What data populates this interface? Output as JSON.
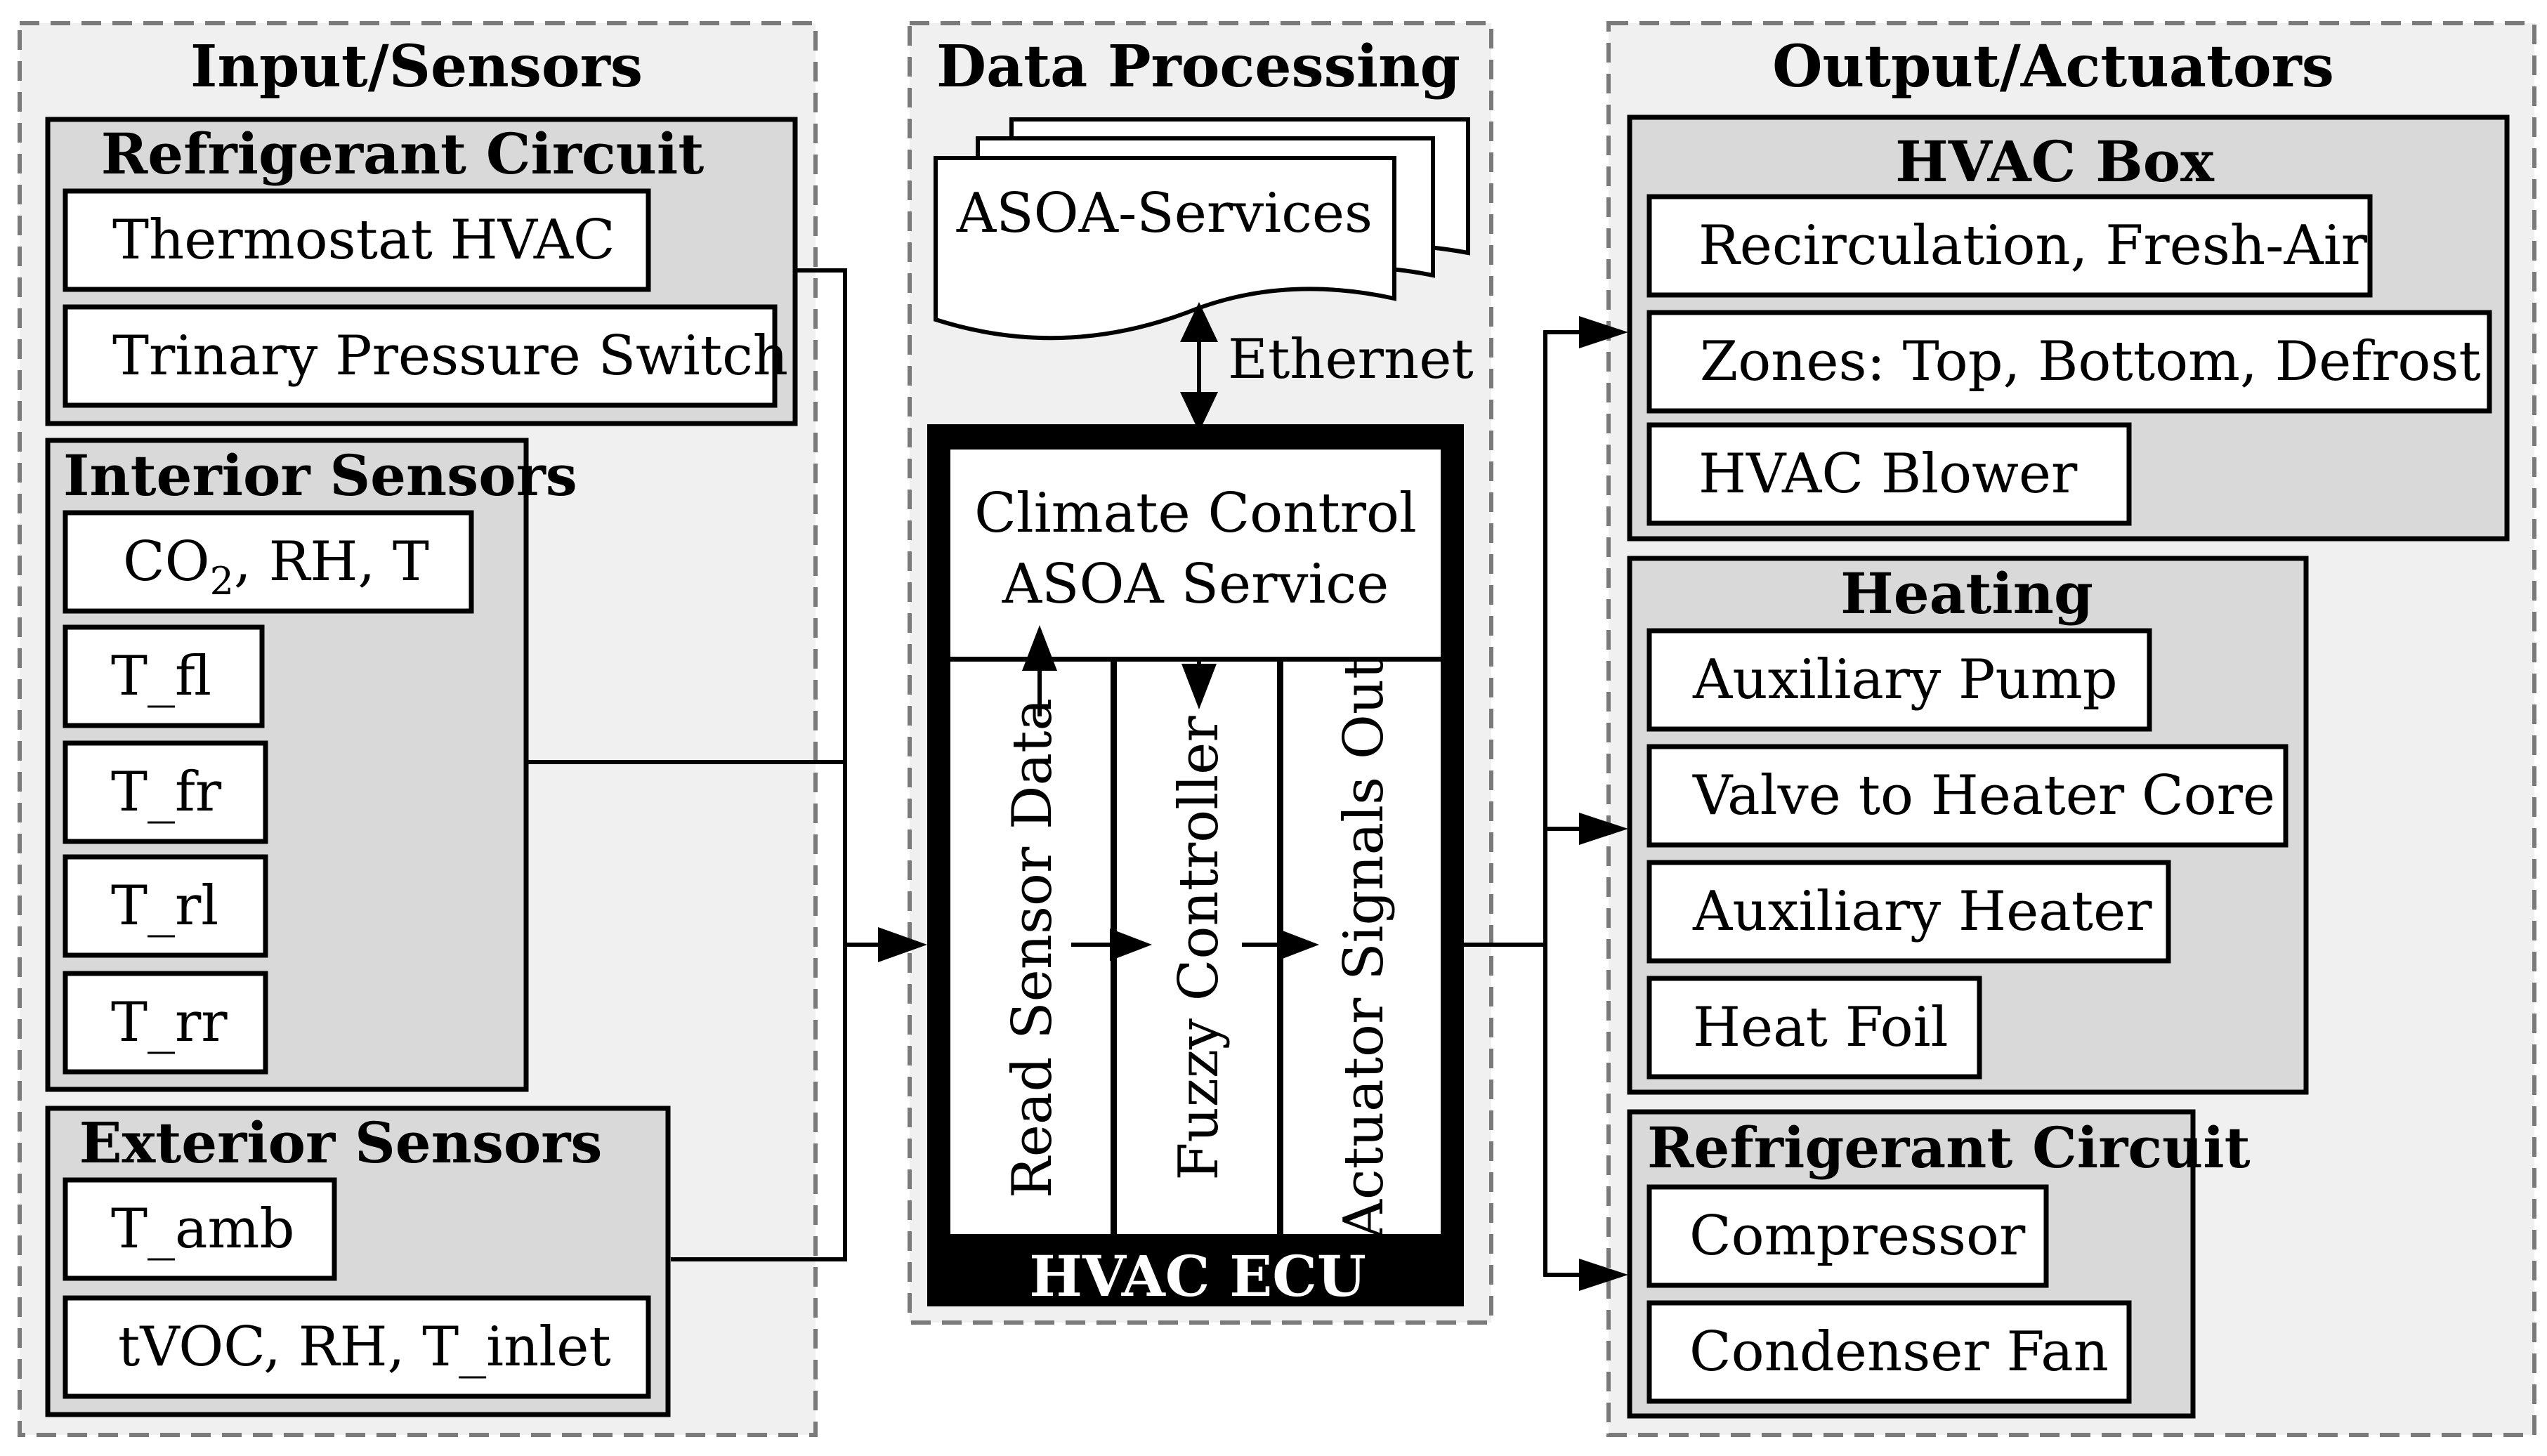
{
  "columns": {
    "input": "Input/Sensors",
    "processing": "Data Processing",
    "output": "Output/Actuators"
  },
  "input": {
    "refrigerant": {
      "title": "Refrigerant Circuit",
      "items": [
        "Thermostat HVAC",
        "Trinary Pressure Switch"
      ]
    },
    "interior": {
      "title": "Interior Sensors",
      "co2_prefix": "CO",
      "co2_sub": "2",
      "co2_suffix": ", RH, T",
      "items": [
        "T_fl",
        "T_fr",
        "T_rl",
        "T_rr"
      ]
    },
    "exterior": {
      "title": "Exterior Sensors",
      "items": [
        "T_amb",
        "tVOC, RH, T_inlet"
      ]
    }
  },
  "processing": {
    "services_label": "ASOA-Services",
    "link_label": "Ethernet",
    "service_line1": "Climate Control",
    "service_line2": "ASOA Service",
    "stages": [
      "Read Sensor Data",
      "Fuzzy Controller",
      "Actuator Signals Out"
    ],
    "ecu_label": "HVAC ECU"
  },
  "output": {
    "hvac_box": {
      "title": "HVAC Box",
      "items": [
        "Recirculation, Fresh-Air",
        "Zones: Top, Bottom, Defrost",
        "HVAC Blower"
      ]
    },
    "heating": {
      "title": "Heating",
      "items": [
        "Auxiliary Pump",
        "Valve to Heater Core",
        "Auxiliary Heater",
        "Heat Foil"
      ]
    },
    "refrigerant": {
      "title": "Refrigerant Circuit",
      "items": [
        "Compressor",
        "Condenser Fan"
      ]
    }
  }
}
